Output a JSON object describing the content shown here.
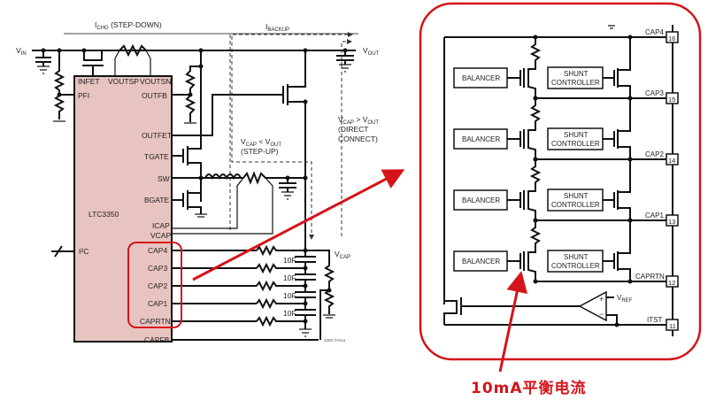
{
  "left_schematic": {
    "chip_name": "LTC3350",
    "top_labels": {
      "ichg": "I",
      "ichg_sub": "CHG",
      "ichg_desc": " (STEP-DOWN)",
      "ibackup": "I",
      "ibackup_sub": "BACKUP",
      "vin": "V",
      "vin_sub": "IN",
      "vout": "V",
      "vout_sub": "OUT",
      "vcap": "V",
      "vcap_sub": "CAP"
    },
    "mode_labels": {
      "stepup_line1_a": "V",
      "stepup_line1_sub1": "CAP",
      "stepup_line1_b": " < V",
      "stepup_line1_sub2": "OUT",
      "stepup_line2": "(STEP-UP)",
      "direct_line1_a": "V",
      "direct_line1_sub1": "CAP",
      "direct_line1_b": " > V",
      "direct_line1_sub2": "OUT",
      "direct_line2": "(DIRECT",
      "direct_line3": "CONNECT)"
    },
    "top_pins": [
      "INFET",
      "VOUTSP",
      "VOUTSN"
    ],
    "left_pins": [
      "PFI",
      "I²C"
    ],
    "right_pins": [
      "OUTFB",
      "OUTFET",
      "TGATE",
      "SW",
      "BGATE",
      "ICAP",
      "VCAP",
      "CAP4",
      "CAP3",
      "CAP2",
      "CAP1",
      "CAPRTN",
      "CAPFB"
    ],
    "capacitors": [
      "10F",
      "10F",
      "10F",
      "10F"
    ],
    "figure_id": "3350 TA01a"
  },
  "right_detail": {
    "cells": [
      {
        "balancer": "BALANCER",
        "shunt_line1": "SHUNT",
        "shunt_line2": "CONTROLLER",
        "node": "CAP3",
        "pin": "15"
      },
      {
        "balancer": "BALANCER",
        "shunt_line1": "SHUNT",
        "shunt_line2": "CONTROLLER",
        "node": "CAP2",
        "pin": "14"
      },
      {
        "balancer": "BALANCER",
        "shunt_line1": "SHUNT",
        "shunt_line2": "CONTROLLER",
        "node": "CAP1",
        "pin": "13"
      },
      {
        "balancer": "BALANCER",
        "shunt_line1": "SHUNT",
        "shunt_line2": "CONTROLLER",
        "node": "CAPRTN",
        "pin": "12"
      }
    ],
    "top_node": "CAP4",
    "top_pin": "16",
    "itst_node": "ITST",
    "itst_pin": "11",
    "vref": "V",
    "vref_sub": "REF",
    "opamp_plus": "+",
    "opamp_minus": "−"
  },
  "annotation": {
    "caption": "10mA平衡电流",
    "accent_color": "#d4141a",
    "chip_fill": "#e8c4c0"
  }
}
